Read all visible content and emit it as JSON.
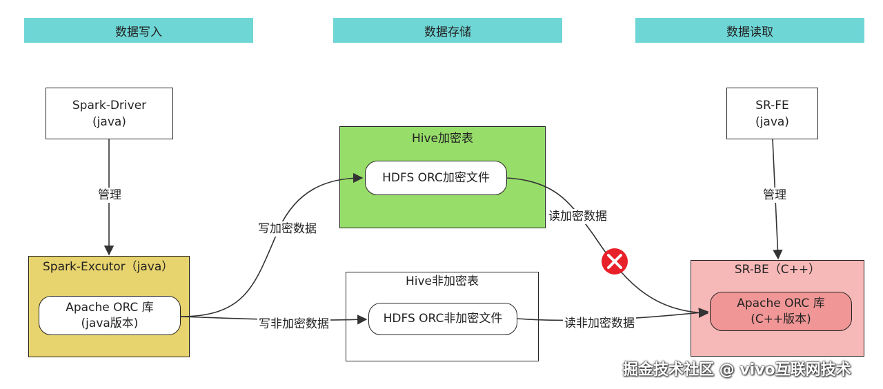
{
  "headers": {
    "write": "数据写入",
    "storage": "数据存储",
    "read": "数据读取"
  },
  "spark_driver": {
    "line1": "Spark-Driver",
    "line2": "(java)"
  },
  "spark_executor": {
    "title": "Spark-Excutor（java）",
    "lib_line1": "Apache ORC 库",
    "lib_line2": "(java版本)"
  },
  "hive_encrypted": {
    "title": "Hive加密表",
    "file": "HDFS ORC加密文件"
  },
  "hive_plain": {
    "title": "Hive非加密表",
    "file": "HDFS ORC非加密文件"
  },
  "sr_fe": {
    "line1": "SR-FE",
    "line2": "(java)"
  },
  "sr_be": {
    "title": "SR-BE（C++）",
    "lib_line1": "Apache ORC 库",
    "lib_line2": "(C++版本)"
  },
  "edges": {
    "manage_left": "管理",
    "manage_right": "管理",
    "write_encrypted": "写加密数据",
    "write_plain": "写非加密数据",
    "read_encrypted": "读加密数据",
    "read_plain": "读非加密数据"
  },
  "colors": {
    "header": "#6fd6d6",
    "spark_executor": "#e8d46e",
    "hive_encrypted": "#97dd6a",
    "sr_be": "#f7b8b8",
    "sr_be_lib": "#f19696",
    "forbidden": "#e8202a"
  },
  "icons": {
    "forbidden": "cross-circle-icon"
  },
  "watermark": "掘金技术社区 @ vivo互联网技术"
}
